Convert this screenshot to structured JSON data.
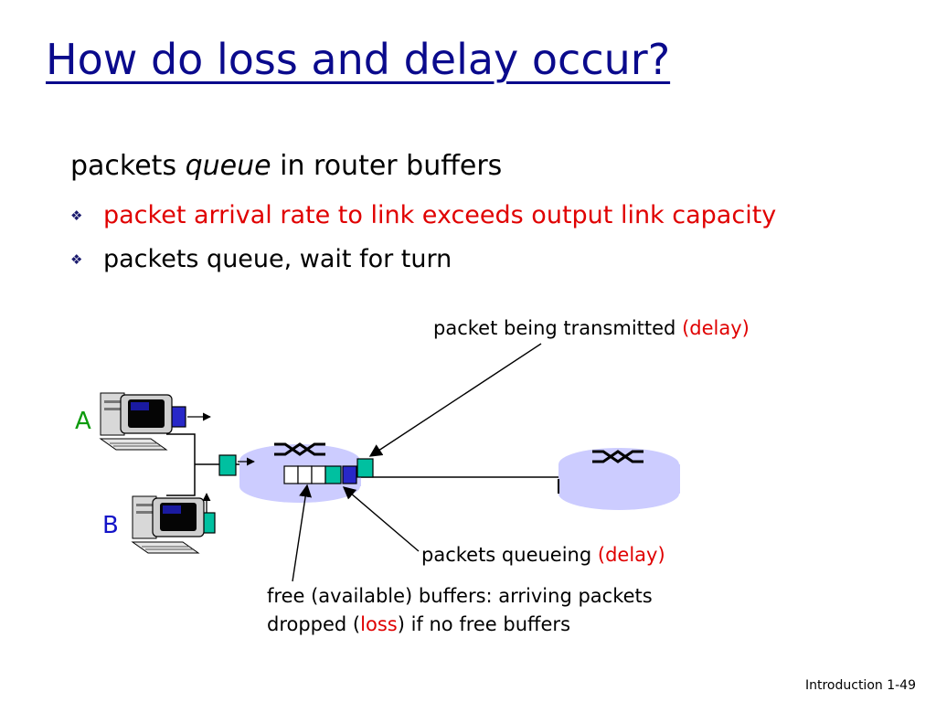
{
  "title": "How do loss and delay occur?",
  "lead": {
    "pre": "packets ",
    "emph": "queue",
    "post": " in router buffers"
  },
  "bullets": [
    "packet arrival rate to link exceeds output link capacity",
    "packets queue, wait for turn"
  ],
  "hosts": {
    "a": "A",
    "b": "B"
  },
  "labels": {
    "transmitted": {
      "text": "packet being transmitted ",
      "delay": "(delay)"
    },
    "queueing": {
      "text": "packets queueing ",
      "delay": "(delay)"
    },
    "free_line1": "free (available) buffers: arriving packets",
    "free_line2_pre": "dropped (",
    "free_line2_loss": "loss",
    "free_line2_post": ") if no free buffers"
  },
  "footer": "Introduction 1-49",
  "colors": {
    "title": "#0a0a8c",
    "highlight": "#e00000",
    "router_fill": "#ccccff",
    "packet_teal": "#00c0a0",
    "packet_blue": "#2828c8"
  }
}
